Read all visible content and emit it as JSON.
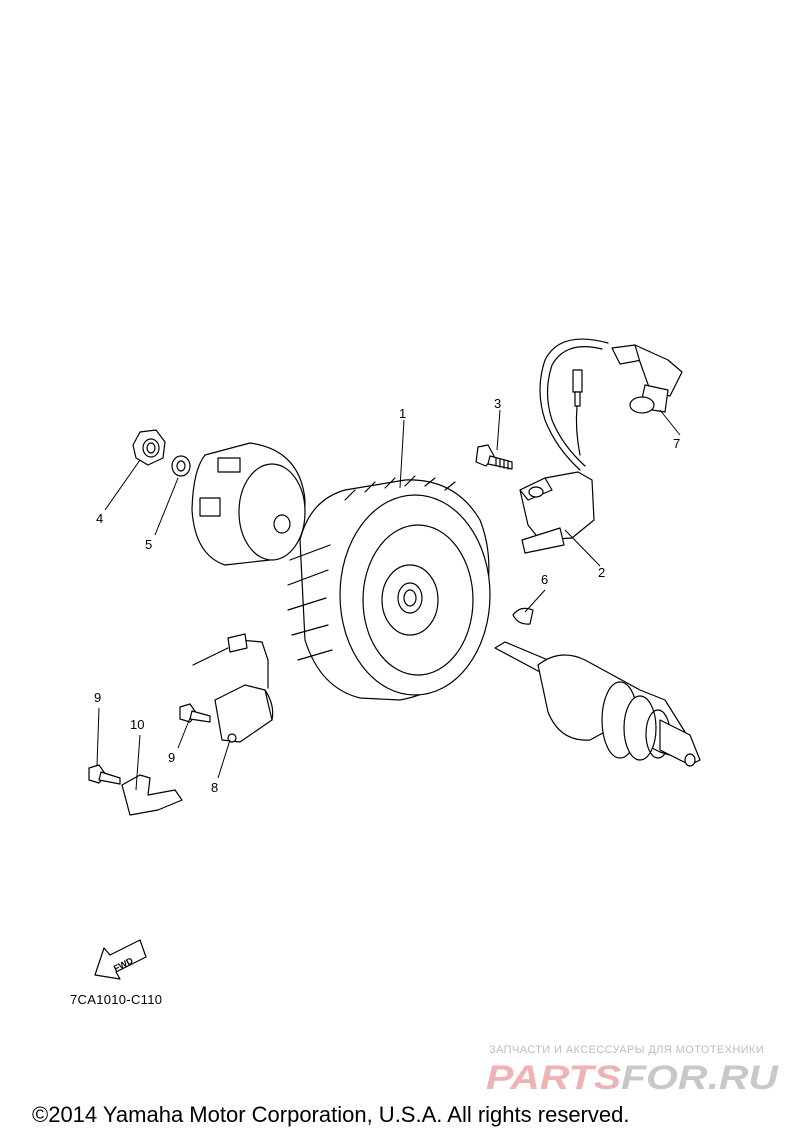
{
  "callouts": {
    "c1": "1",
    "c2": "2",
    "c3": "3",
    "c4": "4",
    "c5": "5",
    "c6": "6",
    "c7": "7",
    "c8": "8",
    "c9a": "9",
    "c9b": "9",
    "c10": "10"
  },
  "fwd_label": "FWD",
  "figure_code": "7CA1010-C110",
  "watermark": {
    "tagline": "ЗАПЧАСТИ И АКСЕССУАРЫ ДЛЯ МОТОТЕХНИКИ",
    "logo": "PARTSFOR.RU",
    "logo_colors": {
      "left": "#f0b3b3",
      "right": "#c8c8c8"
    }
  },
  "copyright": "©2014 Yamaha Motor Corporation, U.S.A. All rights reserved."
}
